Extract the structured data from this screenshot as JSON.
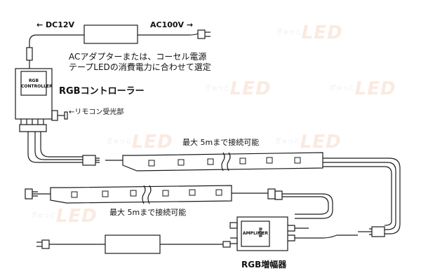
{
  "labels": {
    "dc12v": "← DC12V",
    "ac100v": "AC100V →",
    "adapter_note_line1": "ACアダプターまたは、コーセル電源",
    "adapter_note_line2": "テープLEDの消費電力に合わせて選定",
    "controller_box_line1": "RGB",
    "controller_box_line2": "CONTROLLER",
    "controller_title": "RGBコントローラー",
    "ir_receiver": "←リモコン受光部",
    "strip1_caption": "最大 5mまで接続可能",
    "strip2_caption": "最大 5mまで接続可能",
    "amplifier_box_line1": "RGB",
    "amplifier_box_line2": "AMPLIFIER",
    "amplifier_title": "RGB増幅器"
  },
  "watermark": {
    "small": "ぎゅっと",
    "large": "LED"
  },
  "colors": {
    "line": "#1a1a1a",
    "watermark": "#f3c9b3"
  }
}
